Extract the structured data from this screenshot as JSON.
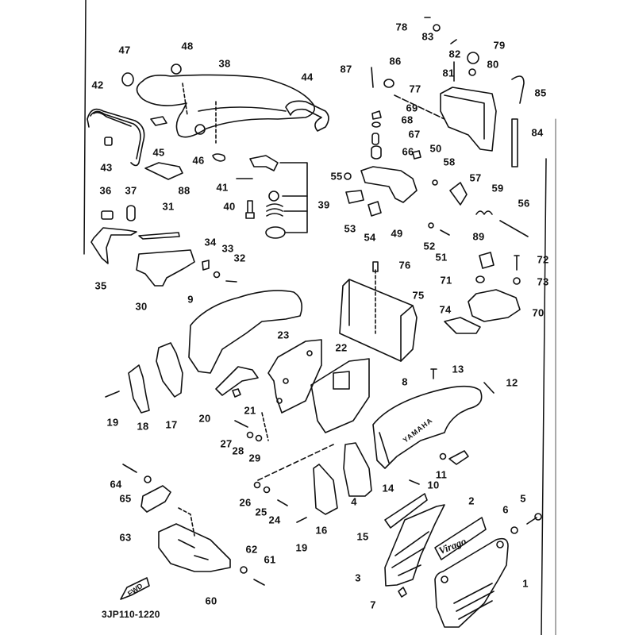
{
  "diagram": {
    "title": "Exploded parts diagram - fender / side cover / battery box assembly",
    "document_code": "3JP110-1220",
    "direction_indicator": "FWD",
    "brand_marks": {
      "front_cover_text": "YAMAHA",
      "side_emblem_text": "Virago"
    },
    "callouts": [
      "1",
      "2",
      "3",
      "4",
      "5",
      "6",
      "7",
      "8",
      "9",
      "10",
      "11",
      "12",
      "13",
      "14",
      "15",
      "16",
      "17",
      "18",
      "19",
      "19",
      "20",
      "21",
      "22",
      "23",
      "24",
      "25",
      "26",
      "27",
      "28",
      "29",
      "30",
      "31",
      "32",
      "33",
      "34",
      "35",
      "36",
      "37",
      "38",
      "39",
      "40",
      "41",
      "42",
      "43",
      "44",
      "45",
      "46",
      "47",
      "48",
      "49",
      "50",
      "51",
      "52",
      "53",
      "54",
      "55",
      "56",
      "57",
      "58",
      "59",
      "60",
      "61",
      "62",
      "63",
      "64",
      "65",
      "66",
      "67",
      "68",
      "69",
      "70",
      "71",
      "72",
      "73",
      "74",
      "75",
      "76",
      "77",
      "78",
      "79",
      "80",
      "81",
      "82",
      "83",
      "84",
      "85",
      "86",
      "87",
      "88",
      "89"
    ],
    "parts": [
      {
        "id": "1",
        "part": "side-cover-right"
      },
      {
        "id": "2",
        "part": "emblem"
      },
      {
        "id": "3",
        "part": "side-cover-left"
      },
      {
        "id": "4",
        "part": "damper-plate"
      },
      {
        "id": "5",
        "part": "screw"
      },
      {
        "id": "6",
        "part": "grommet"
      },
      {
        "id": "7",
        "part": "clip"
      },
      {
        "id": "8",
        "part": "front-cover"
      },
      {
        "id": "9",
        "part": "cover-housing"
      },
      {
        "id": "10",
        "part": "bracket"
      },
      {
        "id": "11",
        "part": "collar"
      },
      {
        "id": "12",
        "part": "damper"
      },
      {
        "id": "13",
        "part": "bolt"
      },
      {
        "id": "14",
        "part": "screw"
      },
      {
        "id": "15",
        "part": "inner-cover"
      },
      {
        "id": "16",
        "part": "side-plate"
      },
      {
        "id": "17",
        "part": "panel"
      },
      {
        "id": "18",
        "part": "panel-small"
      },
      {
        "id": "19",
        "part": "screw"
      },
      {
        "id": "20",
        "part": "bracket-long"
      },
      {
        "id": "21",
        "part": "nut"
      },
      {
        "id": "22",
        "part": "plate-rear"
      },
      {
        "id": "23",
        "part": "plate-front"
      },
      {
        "id": "24",
        "part": "bolt"
      },
      {
        "id": "25",
        "part": "nut"
      },
      {
        "id": "26",
        "part": "washer"
      },
      {
        "id": "27",
        "part": "bolt"
      },
      {
        "id": "28",
        "part": "nut"
      },
      {
        "id": "29",
        "part": "washer"
      },
      {
        "id": "30",
        "part": "guard"
      },
      {
        "id": "31",
        "part": "strip"
      },
      {
        "id": "32",
        "part": "bolt"
      },
      {
        "id": "33",
        "part": "washer"
      },
      {
        "id": "34",
        "part": "clip"
      },
      {
        "id": "35",
        "part": "stay"
      },
      {
        "id": "36",
        "part": "grommet"
      },
      {
        "id": "37",
        "part": "collar"
      },
      {
        "id": "38",
        "part": "rear-fender"
      },
      {
        "id": "39",
        "part": "lock-set"
      },
      {
        "id": "40",
        "part": "bolt"
      },
      {
        "id": "41",
        "part": "damper"
      },
      {
        "id": "42",
        "part": "grab-bar"
      },
      {
        "id": "43",
        "part": "cap"
      },
      {
        "id": "44",
        "part": "handle"
      },
      {
        "id": "45",
        "part": "pad"
      },
      {
        "id": "46",
        "part": "band"
      },
      {
        "id": "47",
        "part": "cap"
      },
      {
        "id": "48",
        "part": "collar"
      },
      {
        "id": "49",
        "part": "bracket"
      },
      {
        "id": "50",
        "part": "clip"
      },
      {
        "id": "51",
        "part": "bolt"
      },
      {
        "id": "52",
        "part": "washer"
      },
      {
        "id": "53",
        "part": "holder"
      },
      {
        "id": "54",
        "part": "clamp"
      },
      {
        "id": "55",
        "part": "nut"
      },
      {
        "id": "56",
        "part": "shaft"
      },
      {
        "id": "57",
        "part": "lever"
      },
      {
        "id": "58",
        "part": "clip"
      },
      {
        "id": "59",
        "part": "spring"
      },
      {
        "id": "60",
        "part": "frame-bracket"
      },
      {
        "id": "61",
        "part": "bolt"
      },
      {
        "id": "62",
        "part": "nut"
      },
      {
        "id": "63",
        "part": "stay"
      },
      {
        "id": "64",
        "part": "bolt"
      },
      {
        "id": "65",
        "part": "washer"
      },
      {
        "id": "66",
        "part": "collar"
      },
      {
        "id": "67",
        "part": "collar"
      },
      {
        "id": "68",
        "part": "washer"
      },
      {
        "id": "69",
        "part": "damper"
      },
      {
        "id": "70",
        "part": "bracket"
      },
      {
        "id": "71",
        "part": "collar"
      },
      {
        "id": "72",
        "part": "bolt"
      },
      {
        "id": "73",
        "part": "nut"
      },
      {
        "id": "74",
        "part": "stay"
      },
      {
        "id": "75",
        "part": "battery-box"
      },
      {
        "id": "76",
        "part": "bolt"
      },
      {
        "id": "77",
        "part": "reservoir-tank"
      },
      {
        "id": "78",
        "part": "hose"
      },
      {
        "id": "79",
        "part": "cap"
      },
      {
        "id": "80",
        "part": "washer"
      },
      {
        "id": "81",
        "part": "bolt"
      },
      {
        "id": "82",
        "part": "hose"
      },
      {
        "id": "83",
        "part": "clamp"
      },
      {
        "id": "84",
        "part": "pipe"
      },
      {
        "id": "85",
        "part": "hose"
      },
      {
        "id": "86",
        "part": "grommet"
      },
      {
        "id": "87",
        "part": "clip"
      },
      {
        "id": "88",
        "part": "plate"
      },
      {
        "id": "89",
        "part": "grommet"
      }
    ]
  }
}
